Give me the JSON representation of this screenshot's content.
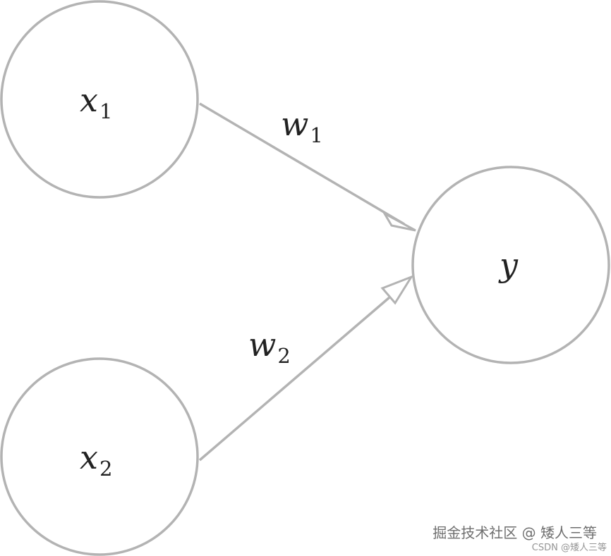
{
  "nodes": {
    "x1": {
      "var": "x",
      "sub": "1"
    },
    "x2": {
      "var": "x",
      "sub": "2"
    },
    "y": {
      "var": "y"
    }
  },
  "edges": {
    "w1": {
      "var": "w",
      "sub": "1"
    },
    "w2": {
      "var": "w",
      "sub": "2"
    }
  },
  "watermark": {
    "main": "掘金技术社区 @ 矮人三等",
    "secondary": "CSDN @矮人三等"
  },
  "colors": {
    "stroke": "#b3b3b3",
    "text": "#222222",
    "background": "#ffffff"
  }
}
